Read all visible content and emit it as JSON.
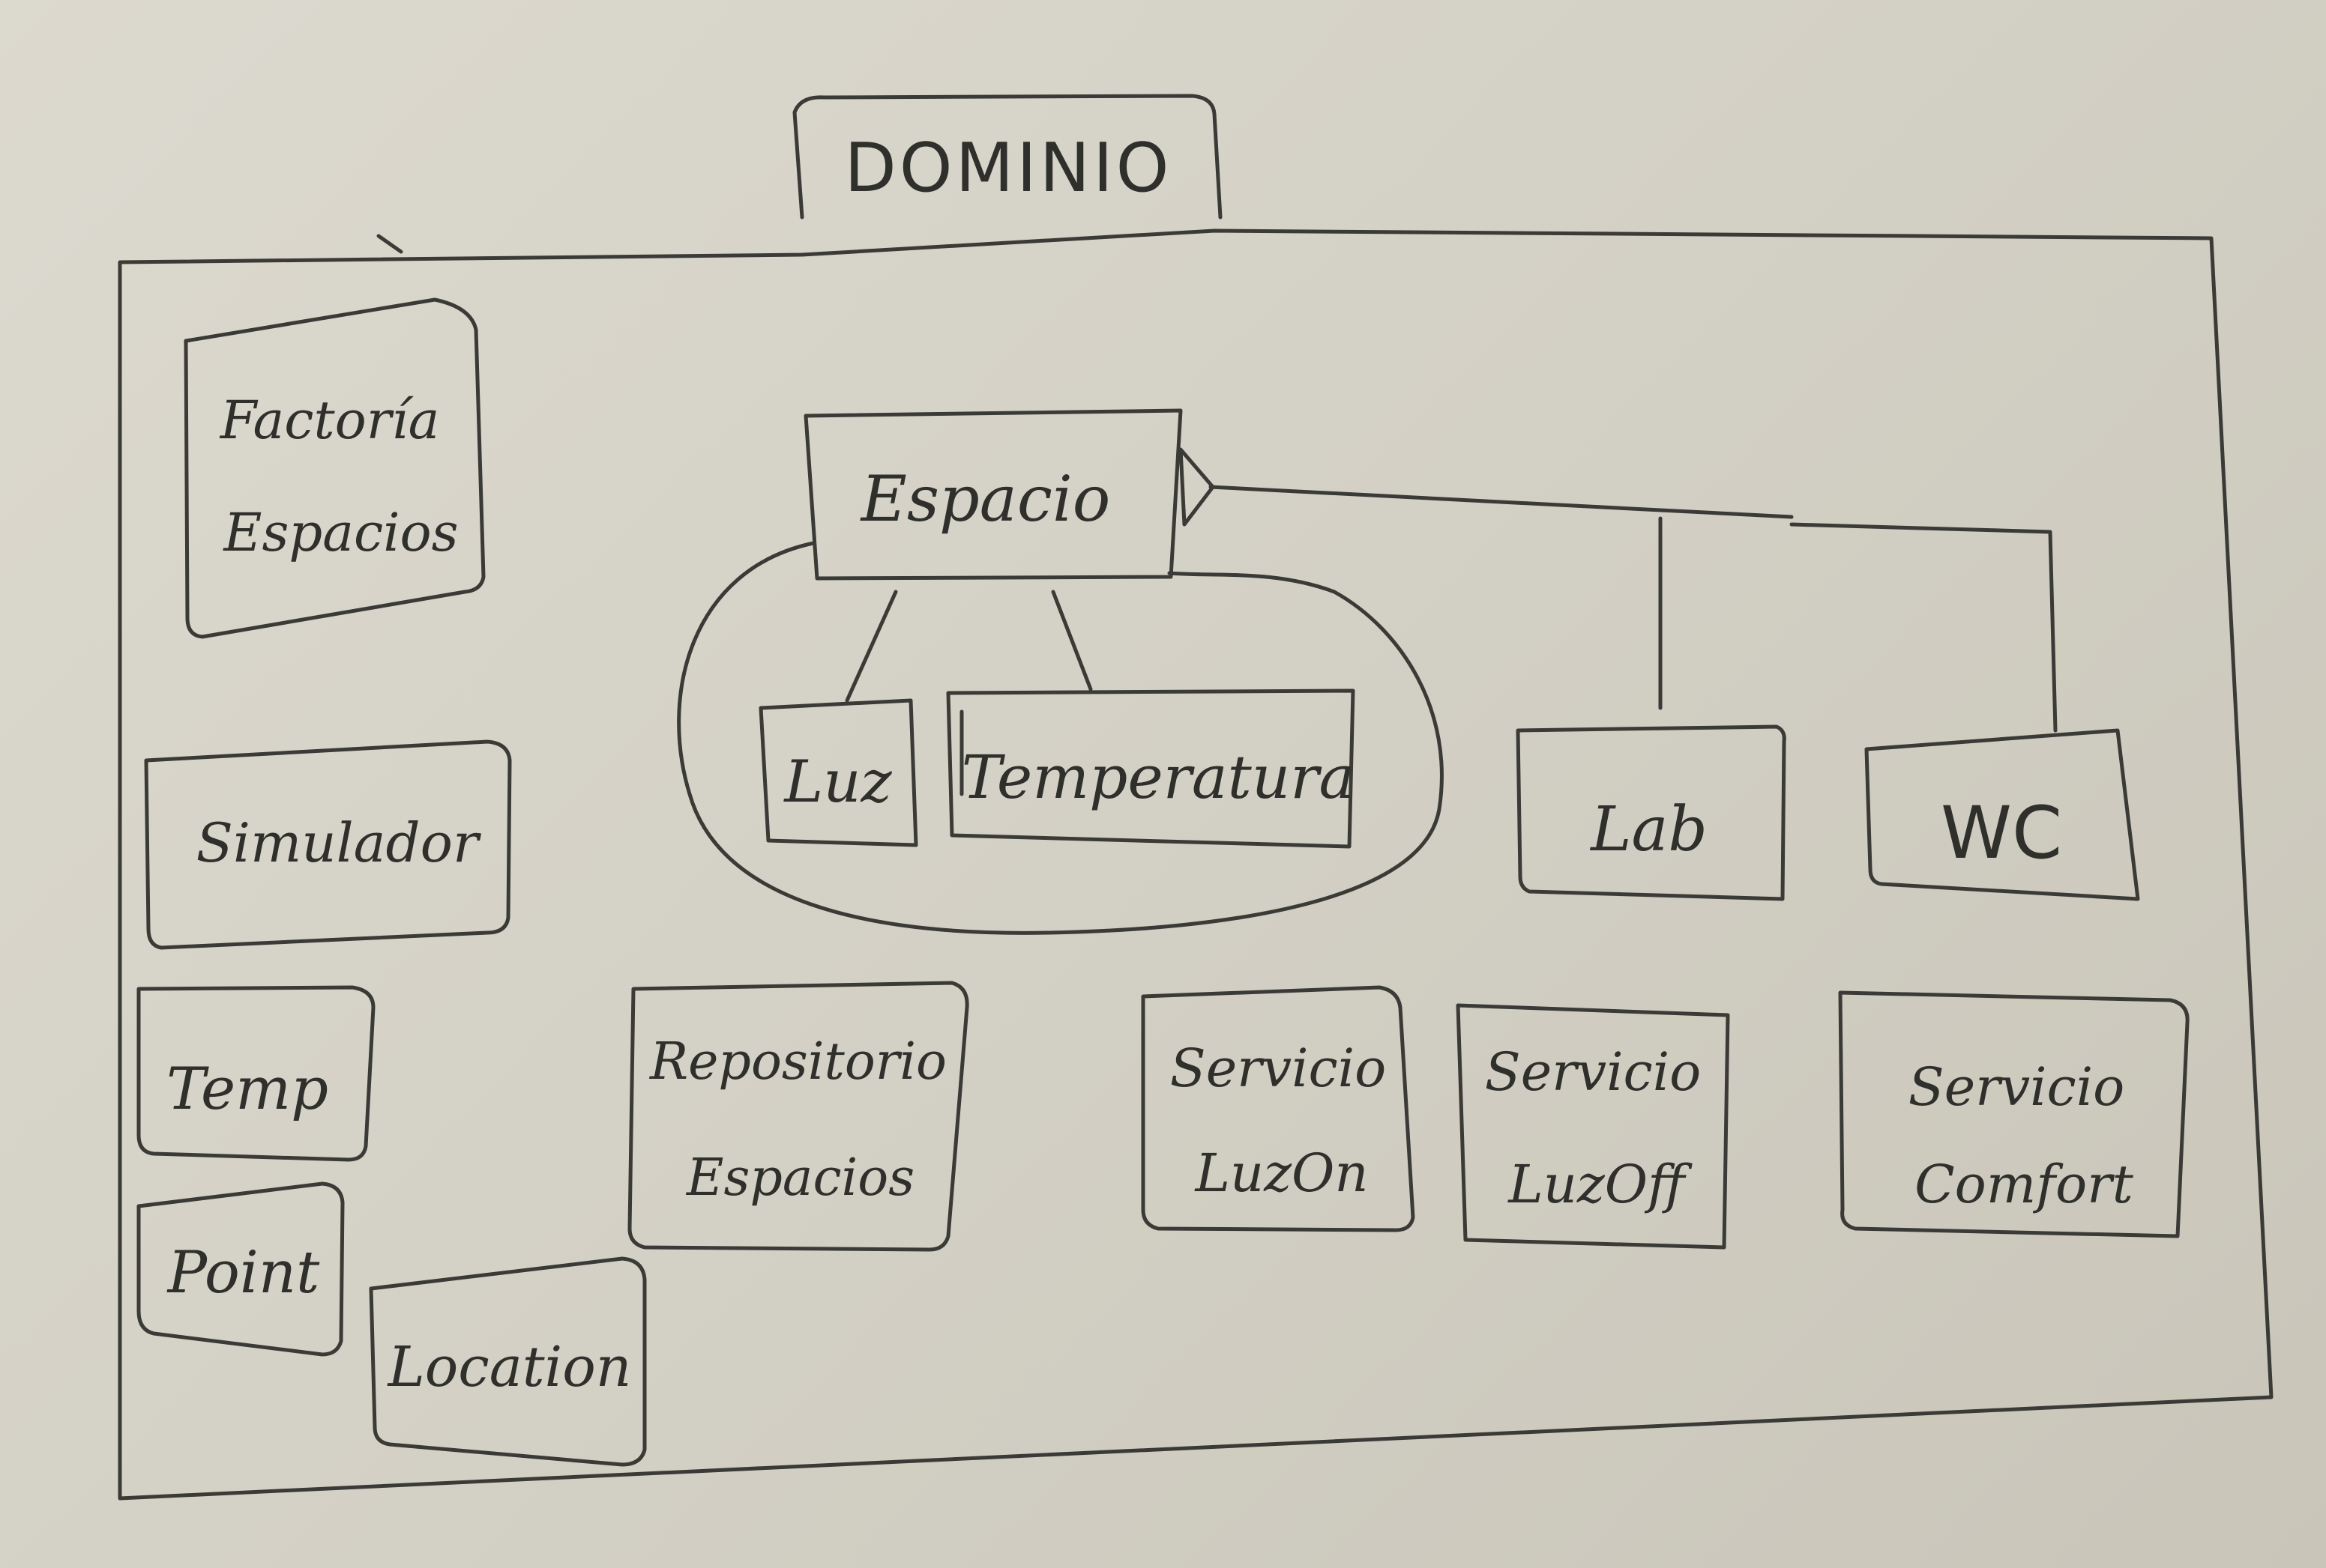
{
  "title": "DOMINIO",
  "boxes": {
    "factoria": [
      "Factoría",
      "Espacios"
    ],
    "simulador": [
      "Simulador"
    ],
    "temp": [
      "Temp"
    ],
    "point": [
      "Point"
    ],
    "location": [
      "Location"
    ],
    "espacio": [
      "Espacio"
    ],
    "luz": [
      "Luz"
    ],
    "temperatura": [
      "Temperatura"
    ],
    "lab": [
      "Lab"
    ],
    "wc": [
      "WC"
    ],
    "repositorio": [
      "Repositorio",
      "Espacios"
    ],
    "servicio_luz_on": [
      "Servicio",
      "LuzOn"
    ],
    "servicio_luz_off": [
      "Servicio",
      "LuzOff"
    ],
    "servicio_confort": [
      "Servicio",
      "Comfort"
    ]
  }
}
